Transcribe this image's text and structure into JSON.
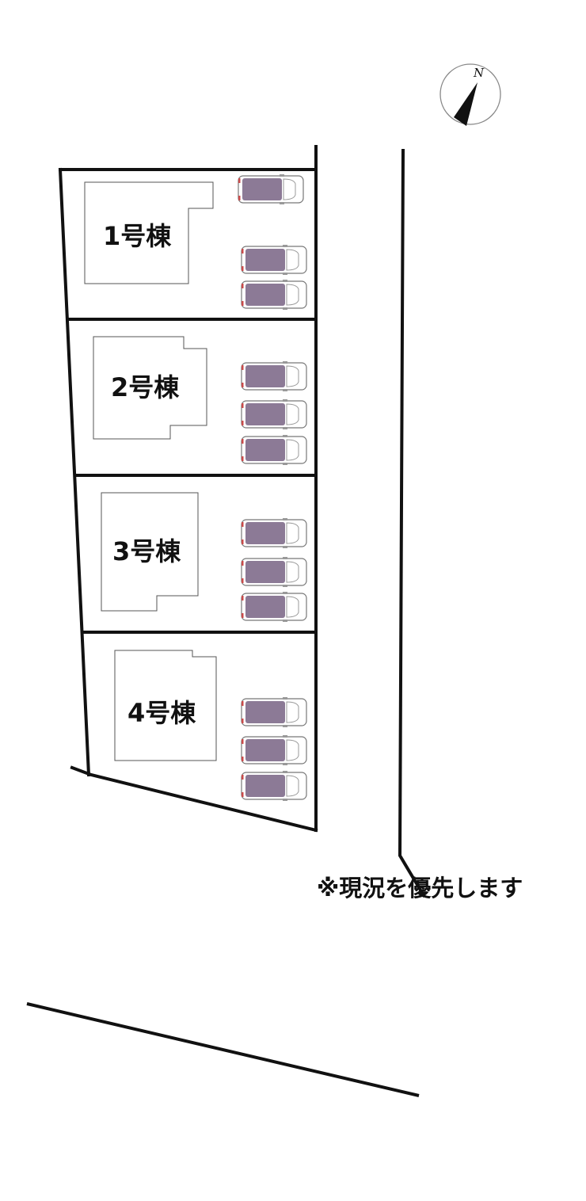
{
  "compass": {
    "label": "N",
    "icon": "north-arrow-icon"
  },
  "lots": [
    {
      "label": "1号棟",
      "cars": 3
    },
    {
      "label": "2号棟",
      "cars": 3
    },
    {
      "label": "3号棟",
      "cars": 3
    },
    {
      "label": "4号棟",
      "cars": 3
    }
  ],
  "note": "※現況を優先します",
  "colors": {
    "car_body": "#8c7a96",
    "line": "#111111",
    "building_outline": "#555555"
  }
}
